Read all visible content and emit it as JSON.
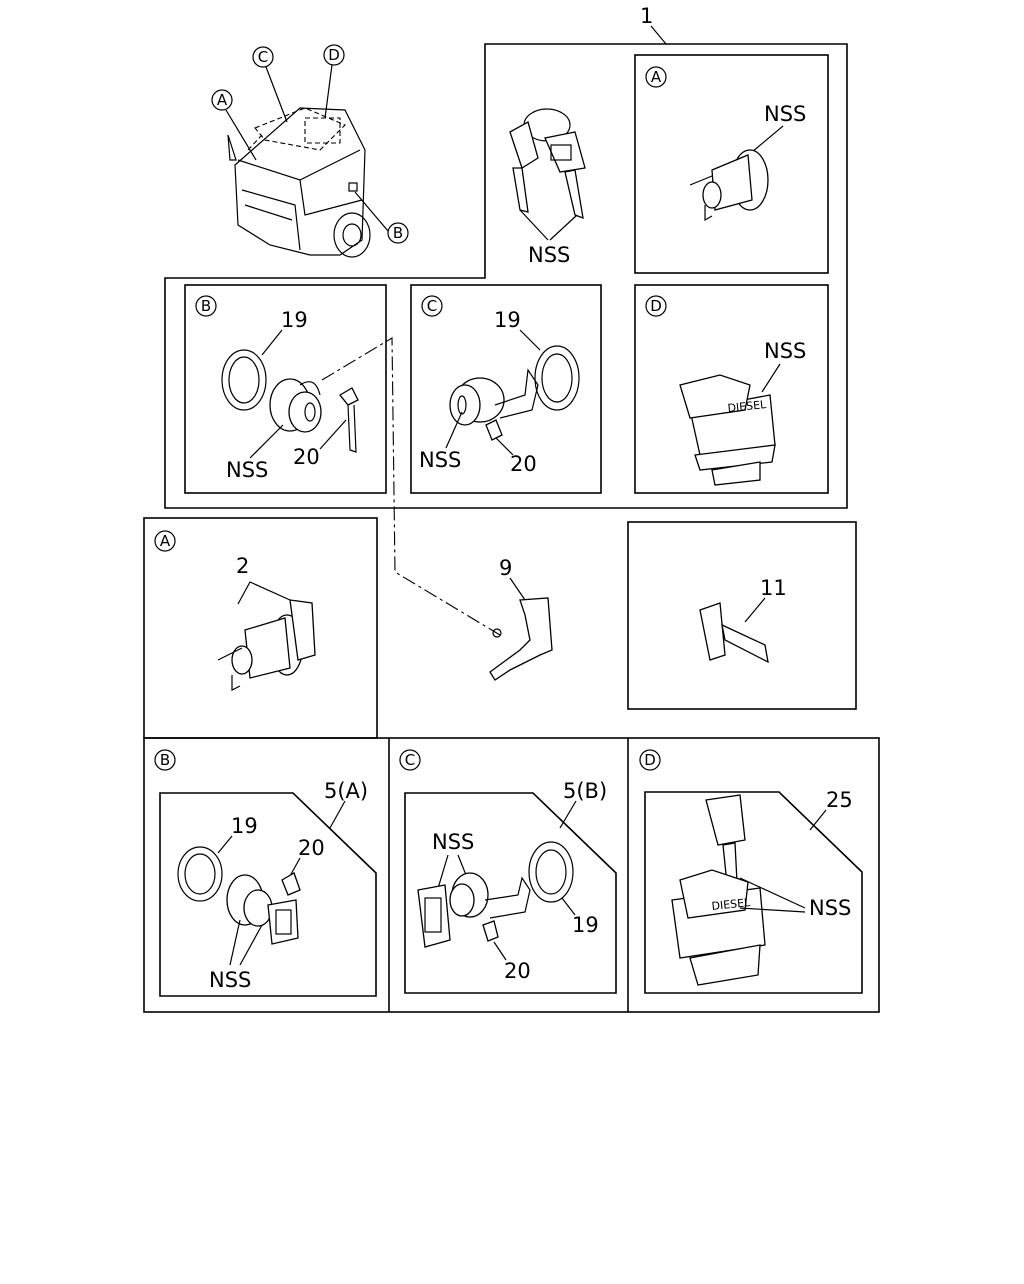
{
  "labels": {
    "assembly": "1",
    "a": "A",
    "b": "B",
    "c": "C",
    "d": "D",
    "nss": "NSS",
    "p2": "2",
    "p5a": "5(A)",
    "p5b": "5(B)",
    "p9": "9",
    "p11": "11",
    "p19": "19",
    "p20": "20",
    "p25": "25",
    "diesel": "DIESEL"
  }
}
